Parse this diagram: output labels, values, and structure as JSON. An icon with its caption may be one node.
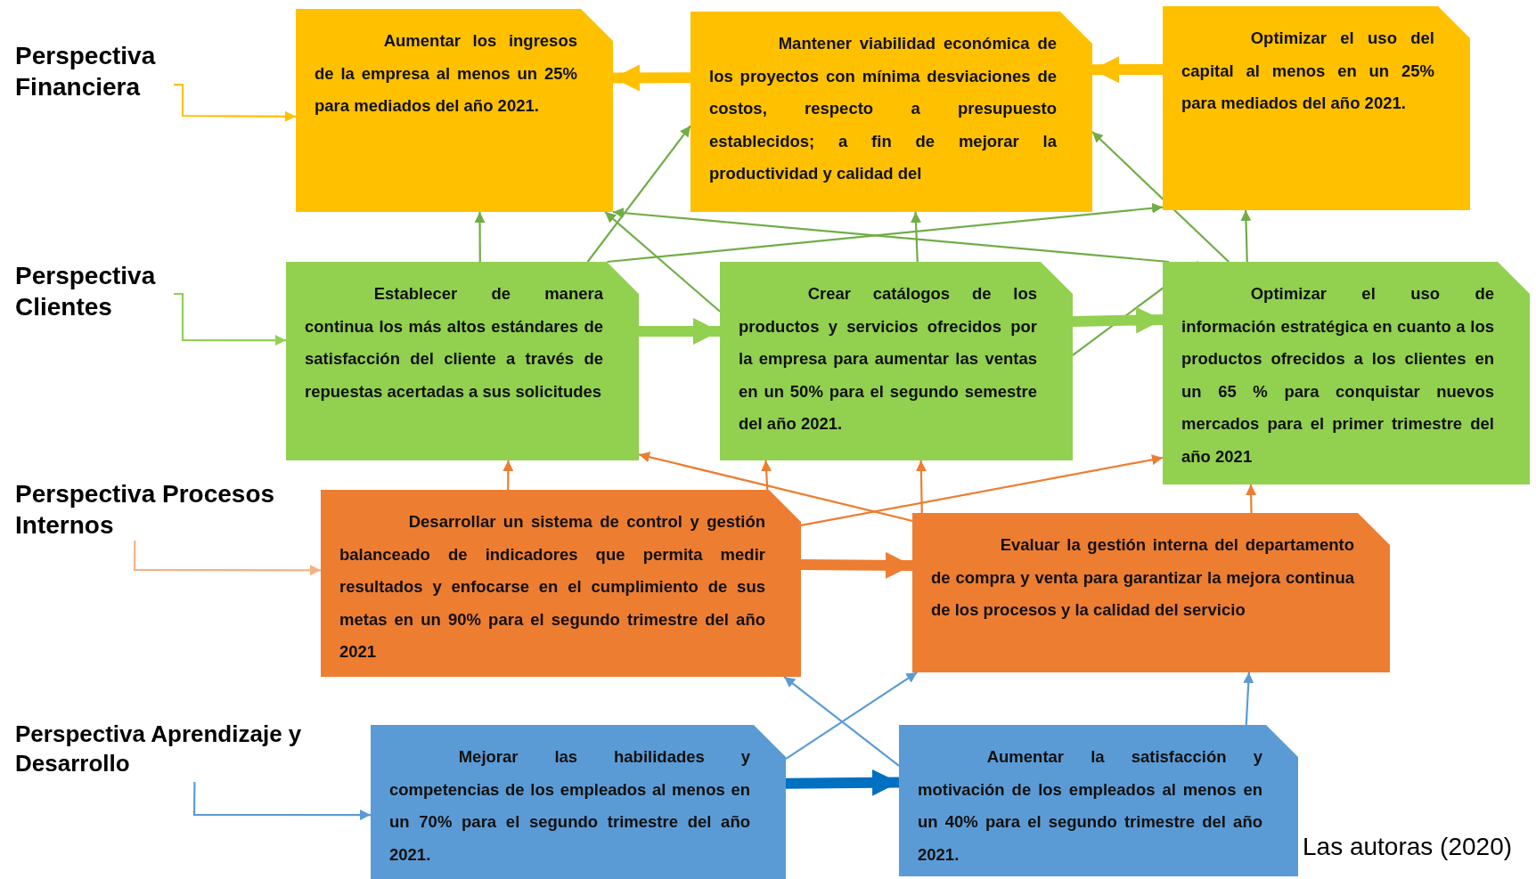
{
  "diagram": {
    "nodes": [
      {
        "text": [
          "Perspectiva Financiera"
        ]
      },
      {
        "text": [
          "Perspectiva Clientes"
        ]
      },
      {
        "text": [
          "Perspectiva Procesos Internos"
        ]
      },
      {
        "text": [
          "Perspectiva Aprendizaje y Desarrollo"
        ]
      },
      {
        "text": [
          "Aumentar los ingresos de la empresa al menos un 25% para mediados del año 2021."
        ]
      },
      {
        "text": [
          "Mantener viabilidad económica de los proyectos con mínima desviaciones de costos, respecto a presupuesto establecidos; a fin de mejorar la productividad y calidad del"
        ]
      },
      {
        "text": [
          "Optimizar el uso del capital al menos en un 25% para mediados del año 2021."
        ]
      },
      {
        "text": [
          "Establecer de manera continua los más altos estándares de satisfacción del cliente a través de repuestas acertadas a sus solicitudes"
        ]
      },
      {
        "text": [
          "Crear catálogos de los productos y servicios ofrecidos por la empresa para aumentar las ventas en un 50% para el segundo semestre del año 2021."
        ]
      },
      {
        "text": [
          "Optimizar el uso de información estratégica en cuanto a los productos ofrecidos a los clientes en un 65 % para conquistar nuevos mercados para el primer trimestre del año 2021"
        ]
      },
      {
        "text": [
          "Desarrollar un sistema de control y gestión balanceado de indicadores que permita medir resultados y enfocarse en el cumplimiento de sus metas en un 90% para el segundo trimestre del año 2021"
        ]
      },
      {
        "text": [
          "Evaluar la gestión interna del departamento de compra y venta para garantizar la mejora continua de los procesos y la calidad del servicio"
        ]
      },
      {
        "text": [
          "Mejorar las habilidades y competencias de los empleados al menos en un 70% para el segundo trimestre del año 2021."
        ]
      },
      {
        "text": [
          "Aumentar la satisfacción y motivación de los empleados al menos en un 40% para el segundo trimestre del año 2021."
        ]
      }
    ],
    "edges": [
      {
        "from": 0,
        "to": 4,
        "arrow": "to",
        "color": "#ffc000"
      },
      {
        "from": 1,
        "to": 7,
        "arrow": "to",
        "color": "#92d050"
      },
      {
        "from": 2,
        "to": 10,
        "arrow": "to",
        "color": "#f4b183"
      },
      {
        "from": 3,
        "to": 12,
        "arrow": "to",
        "color": "#5b9bd5"
      },
      {
        "from": 5,
        "to": 4,
        "arrow": "to",
        "style": "thick",
        "color": "#ffc000"
      },
      {
        "from": 6,
        "to": 5,
        "arrow": "to",
        "style": "thick",
        "color": "#ffc000"
      },
      {
        "from": 7,
        "to": 4,
        "arrow": "to"
      },
      {
        "from": 8,
        "to": 5,
        "arrow": "to"
      },
      {
        "from": 9,
        "to": 6,
        "arrow": "to"
      },
      {
        "from": 7,
        "to": 5,
        "arrow": "to"
      },
      {
        "from": 7,
        "to": 6,
        "arrow": "to"
      },
      {
        "from": 8,
        "to": 4,
        "arrow": "to"
      },
      {
        "from": 9,
        "to": 4,
        "arrow": "to"
      },
      {
        "from": 9,
        "to": 5,
        "arrow": "to"
      },
      {
        "from": 8,
        "to": 9,
        "arrow": "to"
      },
      {
        "from": 7,
        "to": 8,
        "arrow": "to",
        "style": "thick",
        "color": "#92d050"
      },
      {
        "from": 8,
        "to": 9,
        "arrow": "to",
        "style": "thick",
        "color": "#92d050"
      },
      {
        "from": 10,
        "to": 7,
        "arrow": "to",
        "color": "#ed7d31"
      },
      {
        "from": 10,
        "to": 8,
        "arrow": "to",
        "color": "#ed7d31"
      },
      {
        "from": 11,
        "to": 8,
        "arrow": "to",
        "color": "#ed7d31"
      },
      {
        "from": 11,
        "to": 9,
        "arrow": "to",
        "color": "#ed7d31"
      },
      {
        "from": 11,
        "to": 7,
        "arrow": "to",
        "color": "#ed7d31"
      },
      {
        "from": 10,
        "to": 9,
        "arrow": "to",
        "color": "#ed7d31"
      },
      {
        "from": 10,
        "to": 11,
        "arrow": "to",
        "style": "thick",
        "color": "#ed7d31"
      },
      {
        "from": 12,
        "to": 11,
        "arrow": "to",
        "color": "#5b9bd5"
      },
      {
        "from": 13,
        "to": 10,
        "arrow": "to",
        "color": "#5b9bd5"
      },
      {
        "from": 13,
        "to": 11,
        "arrow": "to",
        "color": "#5b9bd5"
      },
      {
        "from": 12,
        "to": 13,
        "arrow": "to",
        "style": "thick",
        "color": "#0070c0"
      }
    ],
    "labels": [
      "Las autoras (2020)"
    ]
  }
}
